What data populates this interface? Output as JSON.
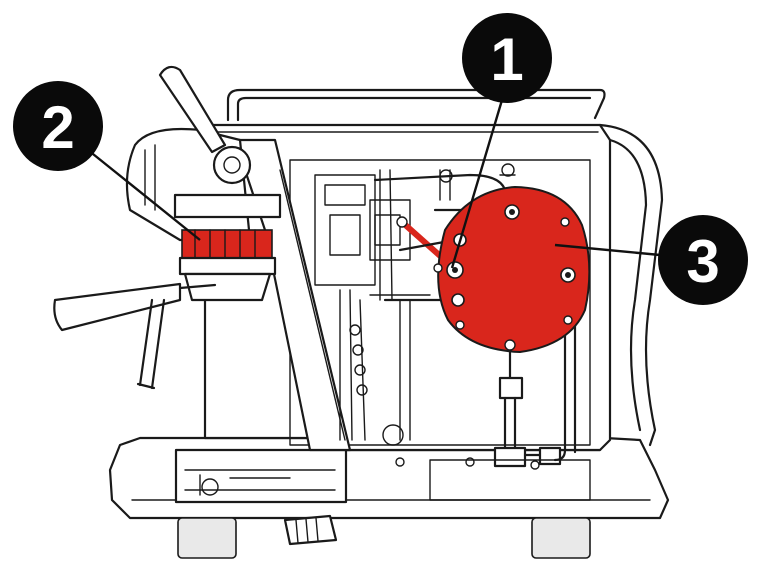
{
  "callouts": [
    {
      "label": "1"
    },
    {
      "label": "2"
    },
    {
      "label": "3"
    }
  ],
  "colors": {
    "highlight": "#d9261c",
    "callout_bg": "#0a0a0a",
    "line": "#1a1a1a"
  }
}
